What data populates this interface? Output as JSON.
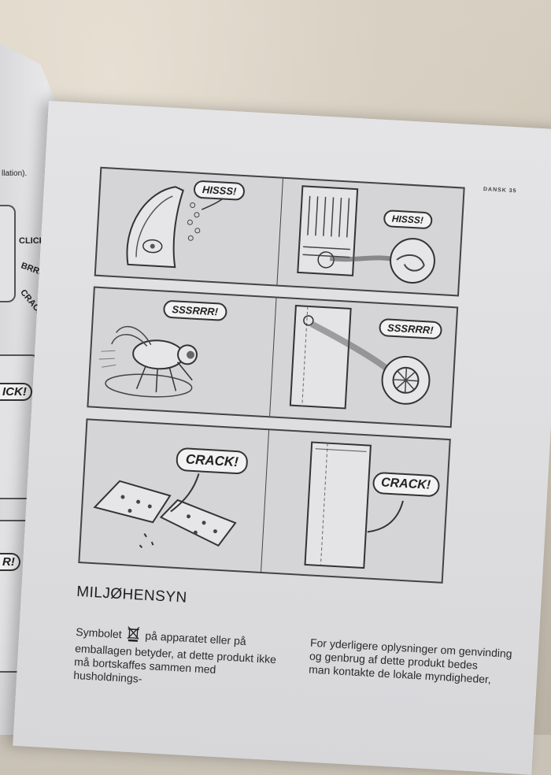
{
  "left_page": {
    "fragment_top": "llation).",
    "sounds": [
      "CLICK!",
      "BRRR!",
      "CRACK!"
    ],
    "bubble_1": "ICK!",
    "bubble_2": "R!"
  },
  "page": {
    "header": "DANSK   35",
    "panels": [
      {
        "left_label": "HISSS!",
        "right_label": "HISSS!"
      },
      {
        "left_label": "SSSRRR!",
        "right_label": "SSSRRR!"
      },
      {
        "left_label": "CRACK!",
        "right_label": "CRACK!"
      }
    ],
    "section_title": "MILJØHENSYN",
    "col1": {
      "line1_a": "Symbolet",
      "line1_b": "på apparatet eller på",
      "line2": "emballagen betyder, at dette produkt ikke",
      "line3": "må bortskaffes sammen med husholdnings-"
    },
    "col2": {
      "line1": "For yderligere oplysninger om genvinding",
      "line2": "og genbrug af dette produkt bedes",
      "line3": "man kontakte de lokale myndigheder,"
    },
    "icon": "crossed-out-bin-icon"
  }
}
